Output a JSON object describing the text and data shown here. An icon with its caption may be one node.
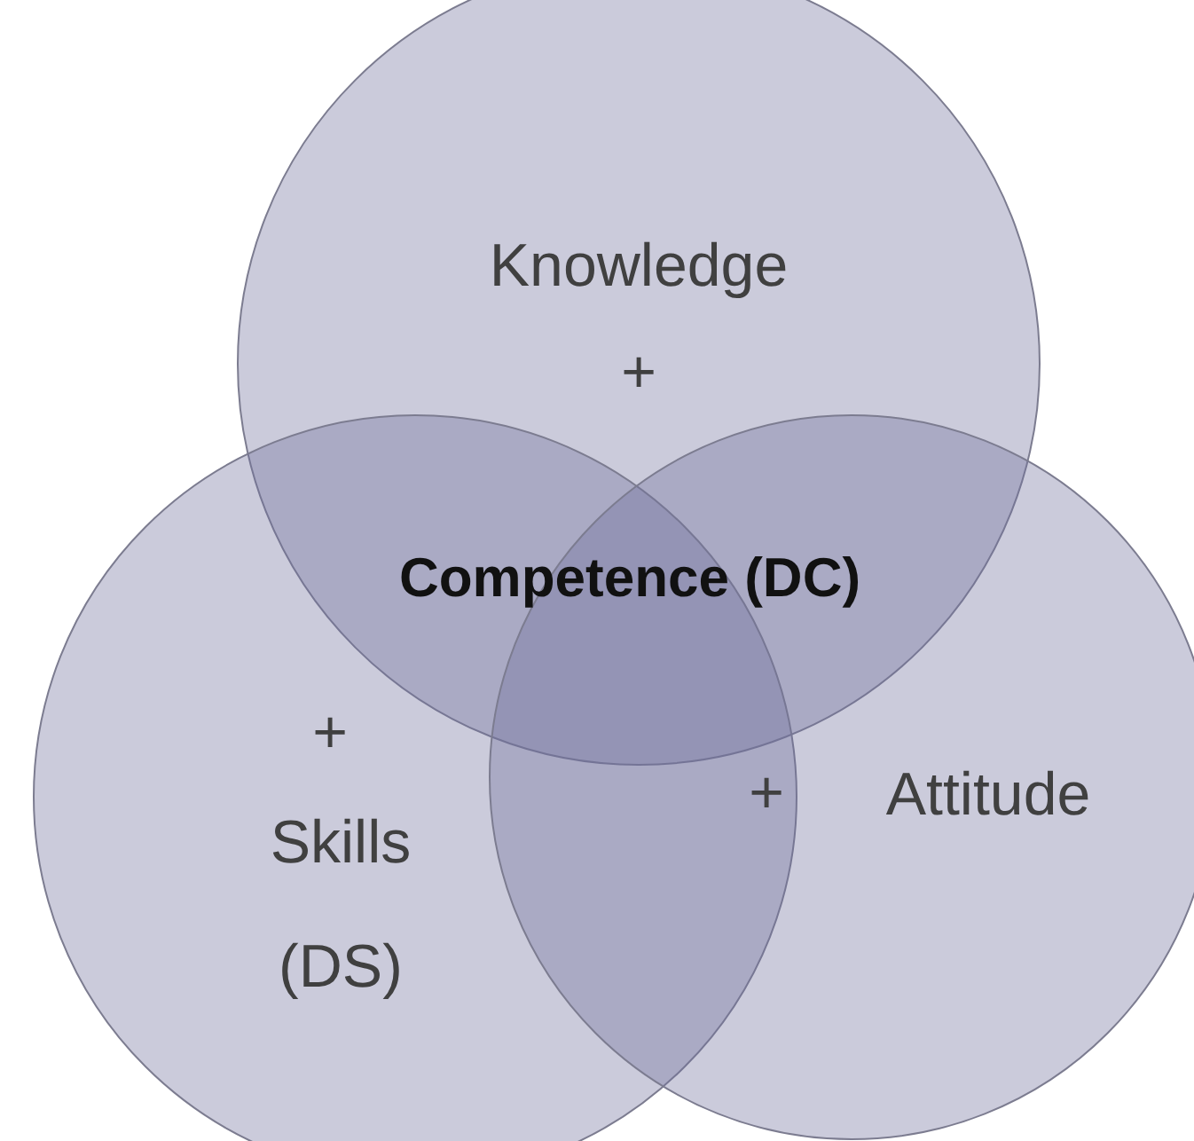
{
  "diagram": {
    "nodes": [
      {
        "text": [
          "Knowledge",
          "+"
        ]
      },
      {
        "text": [
          "+",
          "Skills (DS)"
        ]
      },
      {
        "text": [
          "+",
          "Attitude"
        ]
      }
    ],
    "labels": [
      "Competence (DC)"
    ]
  }
}
